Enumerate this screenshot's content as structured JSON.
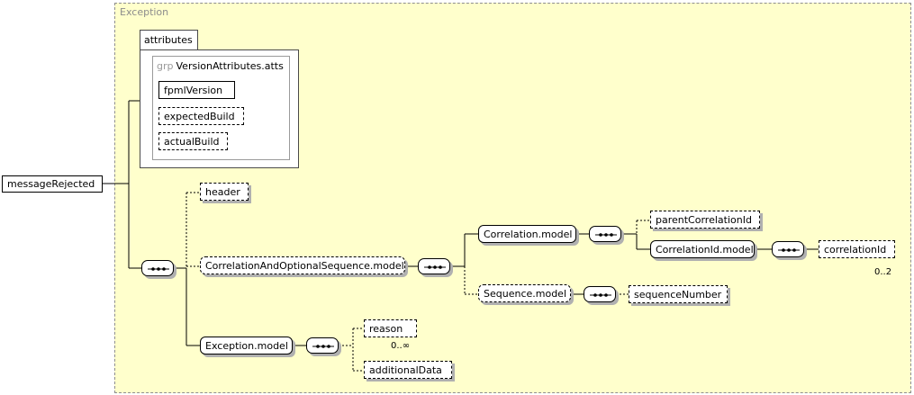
{
  "diagram": {
    "frame_title": "Exception",
    "root": "messageRejected",
    "attributes_tab": "attributes",
    "attribute_group": {
      "keyword": "grp",
      "name": "VersionAttributes.atts"
    },
    "attributes": [
      "fpmlVersion",
      "expectedBuild",
      "actualBuild"
    ],
    "nodes": {
      "header": "header",
      "correlation_and_optional_sequence": "CorrelationAndOptionalSequence.model",
      "correlation_model": "Correlation.model",
      "parent_correlation_id": "parentCorrelationId",
      "correlation_id_model": "CorrelationId.model",
      "correlation_id": "correlationId",
      "sequence_model": "Sequence.model",
      "sequence_number": "sequenceNumber",
      "exception_model": "Exception.model",
      "reason": "reason",
      "additional_data": "additionalData"
    },
    "cardinalities": {
      "correlation_id": "0..2",
      "reason": "0..∞"
    }
  }
}
